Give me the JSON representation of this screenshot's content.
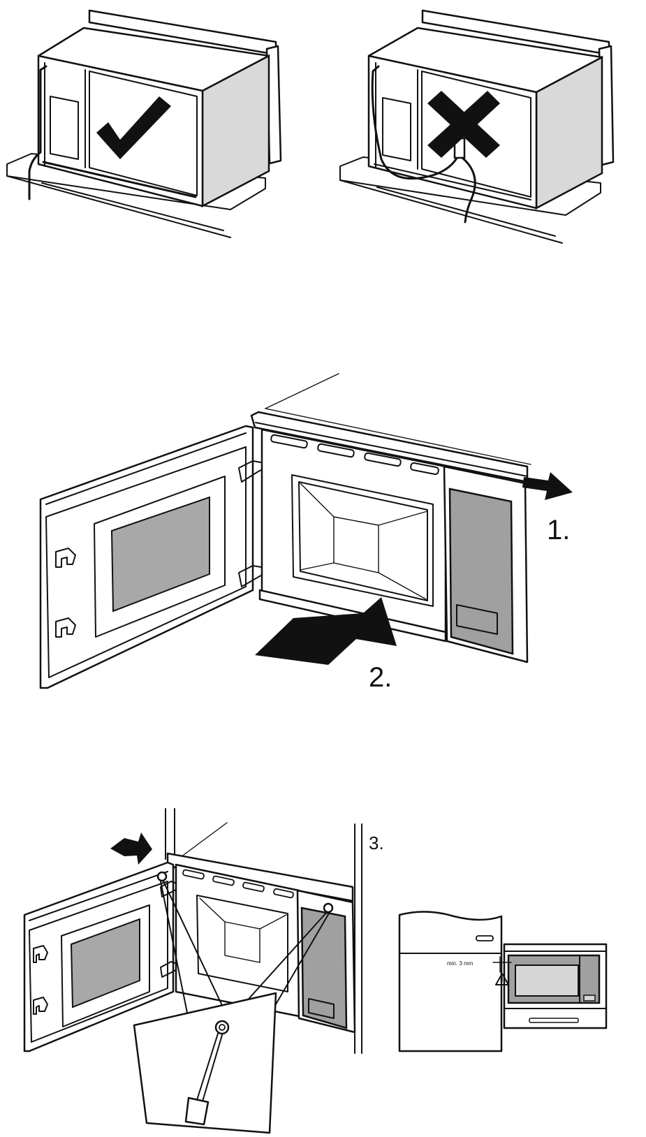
{
  "steps": {
    "step1": "1.",
    "step2": "2.",
    "step3": "3."
  },
  "detail": {
    "gap_label": "min. 3 mm"
  },
  "icons": {
    "correct": "check-mark-icon",
    "incorrect": "cross-mark-icon",
    "push": "arrow-push-icon",
    "slide": "arrow-slide-icon"
  },
  "colors": {
    "ink": "#111111",
    "glass": "#a8a8a8",
    "panel": "#a0a0a0",
    "side": "#d9d9d9"
  }
}
